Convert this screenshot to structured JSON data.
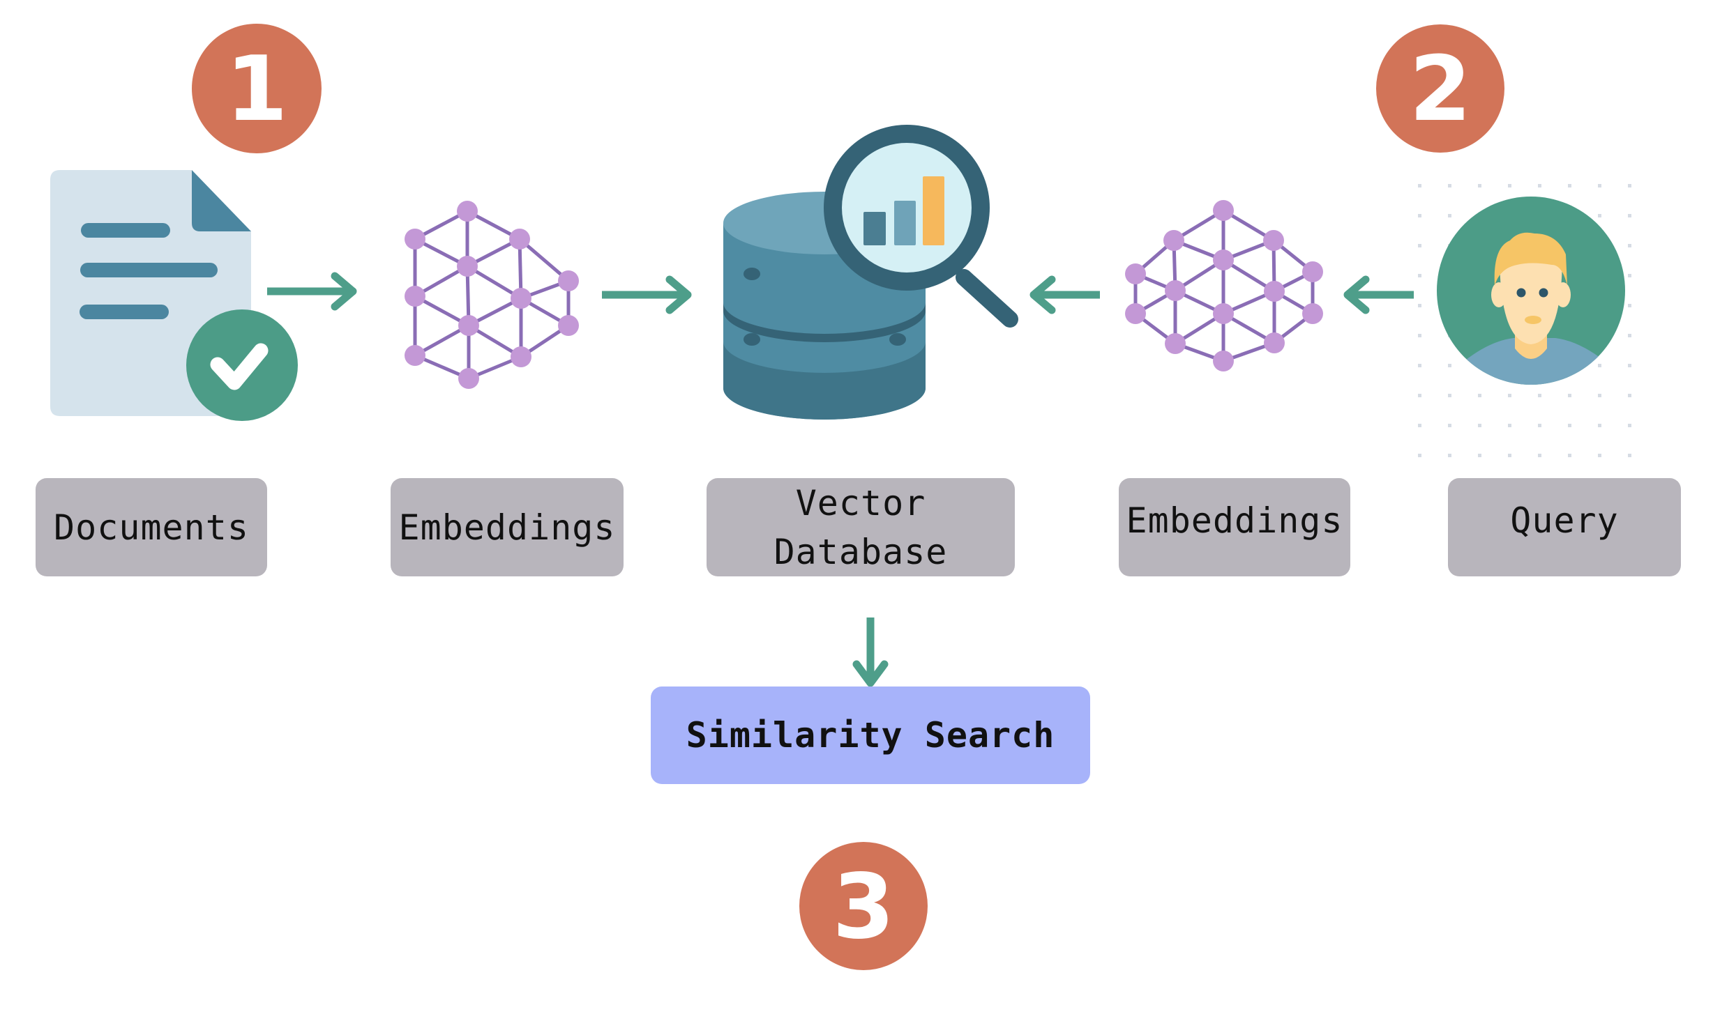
{
  "diagram": {
    "title": "Vector search pipeline",
    "colors": {
      "badge": "#d27458",
      "arrow": "#4e9e8a",
      "label_box": "#b8b5bc",
      "search_box": "#a7b3fa",
      "node": "#c398d6",
      "edge": "#8a6db5",
      "doc_paper": "#d5e3ec",
      "doc_accent": "#4b86a0",
      "check": "#4c9c87",
      "db_top": "#6fa5ba",
      "db_body": "#4f8ca3",
      "db_dark": "#356376",
      "lens": "#d5f0f5",
      "bar_orange": "#f6b85c",
      "avatar_bg": "#4c9c87",
      "hair": "#f6c566",
      "skin": "#fde0b1",
      "shirt": "#74a5be"
    },
    "steps": [
      {
        "number": "1"
      },
      {
        "number": "2"
      },
      {
        "number": "3"
      }
    ],
    "labels": {
      "documents": "Documents",
      "embeddings_left": "Embeddings",
      "vector_database_line1": "Vector",
      "vector_database_line2": "Database",
      "embeddings_right": "Embeddings",
      "query": "Query",
      "similarity_search": "Similarity Search"
    },
    "icons": {
      "documents": "document-check-icon",
      "embeddings": "network-graph-icon",
      "vector_database": "database-search-icon",
      "query": "user-avatar-icon"
    },
    "flow": [
      {
        "from": "Documents",
        "to": "Embeddings",
        "direction": "right"
      },
      {
        "from": "Embeddings",
        "to": "Vector Database",
        "direction": "right"
      },
      {
        "from": "Embeddings",
        "to": "Vector Database",
        "direction": "left"
      },
      {
        "from": "Query",
        "to": "Embeddings",
        "direction": "left"
      },
      {
        "from": "Vector Database",
        "to": "Similarity Search",
        "direction": "down"
      }
    ]
  }
}
